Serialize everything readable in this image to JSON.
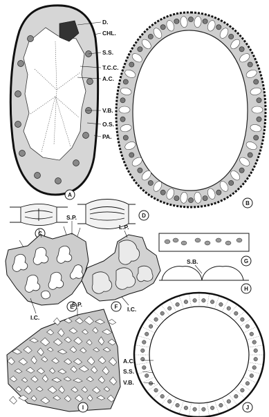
{
  "figures": {
    "A": {
      "letter": "A",
      "labels": {
        "d": "D.",
        "chl": "CHL.",
        "ss": "S.S.",
        "tcc": "T.C.C.",
        "ac": "A.C.",
        "vb": "V.B.",
        "os": "O.S.",
        "pa": "PA."
      }
    },
    "B": {
      "letter": "B"
    },
    "C": {
      "letter": "C"
    },
    "D": {
      "letter": "D"
    },
    "E": {
      "letter": "E",
      "labels": {
        "sp": "S.P.",
        "ic": "I.C."
      }
    },
    "F": {
      "letter": "F",
      "labels": {
        "lp": "L.P.",
        "ic": "I.C."
      }
    },
    "G": {
      "letter": "G"
    },
    "H": {
      "letter": "H",
      "labels": {
        "sb": "S.B."
      }
    },
    "I": {
      "letter": "I",
      "labels": {
        "sp": "S.P."
      }
    },
    "J": {
      "letter": "J",
      "labels": {
        "ac": "A.C.",
        "ss": "S.S.",
        "vb": "V.B."
      }
    }
  },
  "colors": {
    "ink": "#111111",
    "stipple": "#c8c8c8",
    "paper": "#ffffff"
  }
}
